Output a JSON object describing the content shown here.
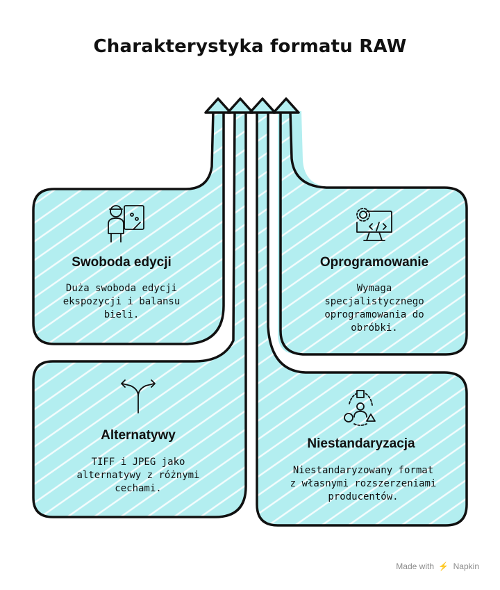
{
  "title": "Charakterystyka formatu RAW",
  "cards": [
    {
      "title": "Swoboda edycji",
      "desc": [
        "Duża swoboda edycji",
        "ekspozycji i balansu",
        "bieli."
      ],
      "icon": "artist-palette-icon"
    },
    {
      "title": "Oprogramowanie",
      "desc": [
        "Wymaga",
        "specjalistycznego",
        "oprogramowania do",
        "obróbki."
      ],
      "icon": "gear-monitor-code-icon"
    },
    {
      "title": "Alternatywy",
      "desc": [
        "TIFF i JPEG jako",
        "alternatywy z różnymi",
        "cechami."
      ],
      "icon": "branching-arrows-icon"
    },
    {
      "title": "Niestandaryzacja",
      "desc": [
        "Niestandaryzowany format",
        "z własnymi rozszerzeniami",
        "producentów."
      ],
      "icon": "diverse-shapes-person-icon"
    }
  ],
  "footer": {
    "made_with": "Made with",
    "brand": "Napkin"
  },
  "colors": {
    "fill": "#b3eef0",
    "stroke": "#111111",
    "hatch": "#ffffff"
  }
}
